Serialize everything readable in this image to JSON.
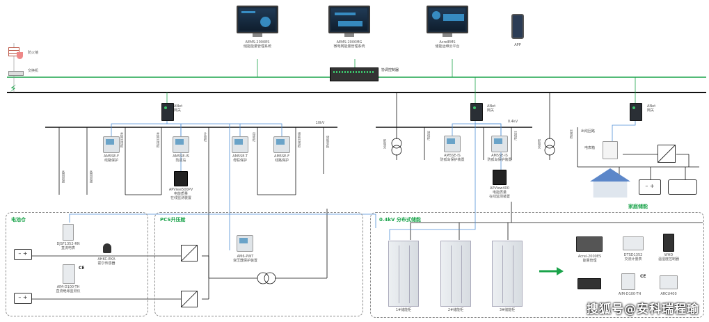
{
  "top_systems": [
    {
      "name": "AEMS-2000ES",
      "desc": "储能能量管理系统"
    },
    {
      "name": "AEMS-2000MG",
      "desc": "微电网能量管理系统"
    },
    {
      "name": "AcrelEMS",
      "desc": "储能运维云平台"
    },
    {
      "name": "APP",
      "desc": ""
    }
  ],
  "network": {
    "firewall": "防火墙",
    "switch": "交换机",
    "coordinator": "协调控制器"
  },
  "left_section": {
    "gateway": {
      "name": "ANet",
      "desc": "网关"
    },
    "busbar_voltage": "10kV",
    "feeders": [
      "备用回路",
      "备用回路",
      "并网出线柜",
      "并网出线柜",
      "计量柜",
      "母联柜",
      "储能出线柜",
      "储能变柜"
    ],
    "relays": [
      {
        "name": "AM5SE-F",
        "desc": "线路保护"
      },
      {
        "name": "AM5SE-IS",
        "desc": "防孤岛"
      },
      {
        "name": "AM5SE-T",
        "desc": "母联保护"
      },
      {
        "name": "AM5SE-F",
        "desc": "线路保护"
      }
    ],
    "power_quality": {
      "name": "APView500PV",
      "desc1": "电能质量",
      "desc2": "在线监测装置"
    }
  },
  "battery_section": {
    "title": "电池仓",
    "meter": {
      "name": "DJSF1352-RN",
      "desc": "直流电表"
    },
    "sensor": {
      "name": "AHKC-EKA",
      "desc": "霍尔传感器"
    },
    "imd": {
      "name": "AIM-D100-TH",
      "desc": "直流绝缘监测仪"
    }
  },
  "pcs_section": {
    "title": "PCS升压舱",
    "relay": {
      "name": "AM6-PWT",
      "desc": "变压器保护装置"
    }
  },
  "right_section": {
    "gateway": {
      "name": "ANet",
      "desc": "网关"
    },
    "busbar_voltage": "0.4kV",
    "feeders": [
      "配电变",
      "进线柜",
      "出线柜",
      "配电变",
      "出线柜"
    ],
    "relays": [
      {
        "name": "AM5SE-IS",
        "desc": "防孤岛保护装置"
      },
      {
        "name": "AM5SE-IS",
        "desc": "防孤岛保护装置"
      }
    ],
    "power_quality": {
      "name": "APView400",
      "desc1": "电能质量",
      "desc2": "在线监测装置"
    }
  },
  "home_section": {
    "gateway": {
      "name": "ANet",
      "desc": "网关"
    },
    "grid_out": "出线回路",
    "meter_box": "电表箱",
    "label": "家庭储能"
  },
  "distributed_section": {
    "title": "0.4kV 分布式储能",
    "cabinets": [
      "1#储能柜",
      "2#储能柜",
      "3#储能柜"
    ],
    "devices": [
      {
        "name": "Acrel-2000ES",
        "desc": "能量管理"
      },
      {
        "name": "DTSD1352",
        "desc": "交流计量表"
      },
      {
        "name": "WHD",
        "desc": "温湿度控制器"
      },
      {
        "name": "",
        "desc": ""
      },
      {
        "name": "AIM-D100-TH",
        "desc": ""
      },
      {
        "name": "ARCU400",
        "desc": ""
      }
    ]
  },
  "watermark": "搜狐号@安科瑞程瑜",
  "colors": {
    "accent": "#1aa34a",
    "link": "#4f8fd6",
    "bus": "#111111"
  }
}
